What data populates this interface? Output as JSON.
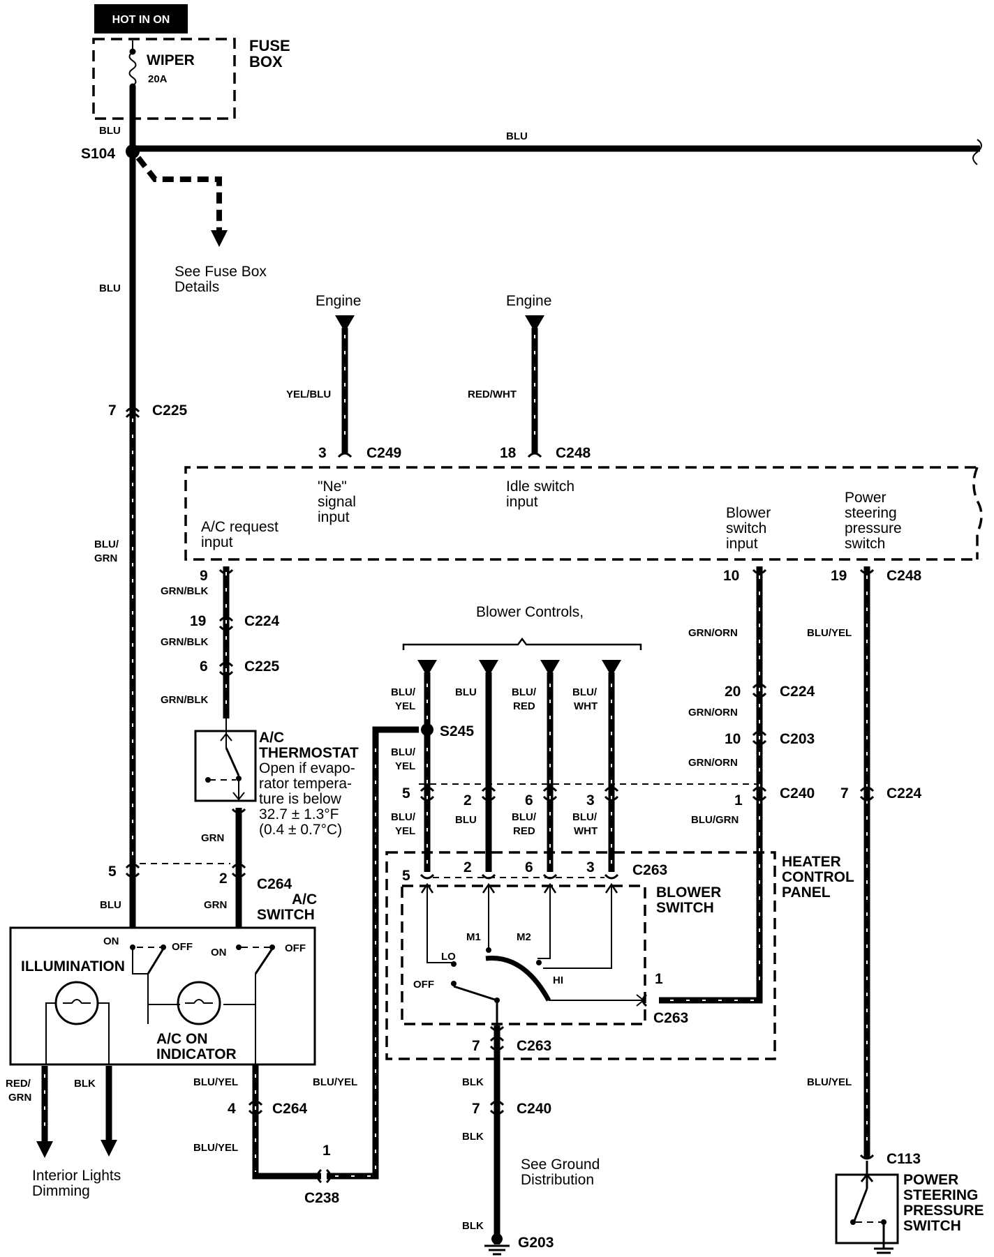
{
  "labels": {
    "hot_in_on": "HOT IN ON",
    "fuse_box_1": "FUSE",
    "fuse_box_2": "BOX",
    "wiper": "WIPER",
    "fuse_rating": "20A",
    "s104": "S104",
    "see_fuse_1": "See Fuse Box",
    "see_fuse_2": "Details",
    "engine_1": "Engine",
    "engine_2": "Engine",
    "c249": "C249",
    "c248_top": "C248",
    "c248_right": "C248",
    "pin_3": "3",
    "pin_18": "18",
    "ne_1": "\"Ne\"",
    "ne_2": "signal",
    "ne_3": "input",
    "idle_1": "Idle switch",
    "idle_2": "input",
    "ac_req_1": "A/C request",
    "ac_req_2": "input",
    "blower_in_1": "Blower",
    "blower_in_2": "switch",
    "blower_in_3": "input",
    "ps_1": "Power",
    "ps_2": "steering",
    "ps_3": "pressure",
    "ps_4": "switch",
    "pin_9": "9",
    "pin_10a": "10",
    "pin_19a": "19",
    "pin_19b": "19",
    "c224_a": "C224",
    "pin_6a": "6",
    "c225_b": "C225",
    "pin_7a": "7",
    "c225_a": "C225",
    "blower_controls": "Blower Controls,",
    "ac_thermo_1": "A/C",
    "ac_thermo_2": "THERMOSTAT",
    "thermo_note_1": "Open if evapo-",
    "thermo_note_2": "rator tempera-",
    "thermo_note_3": "ture is below",
    "thermo_note_4": "32.7 ± 1.3°F",
    "thermo_note_5": "(0.4 ± 0.7°C)",
    "s245": "S245",
    "pin_20": "20",
    "c224_b": "C224",
    "pin_10b": "10",
    "c203": "C203",
    "pin_5a": "5",
    "pin_2a": "2",
    "pin_6b": "6",
    "pin_3b": "3",
    "pin_1a": "1",
    "c240_a": "C240",
    "pin_7b": "7",
    "c224_c": "C224",
    "heater_1": "HEATER",
    "heater_2": "CONTROL",
    "heater_3": "PANEL",
    "pin_5b": "5",
    "pin_2b": "2",
    "pin_6c": "6",
    "pin_3c": "3",
    "c263_a": "C263",
    "blower_sw_1": "BLOWER",
    "blower_sw_2": "SWITCH",
    "m1": "M1",
    "m2": "M2",
    "lo": "LO",
    "off_sw": "OFF",
    "hi": "HI",
    "pin_1b": "1",
    "c263_b": "C263",
    "pin_7c": "7",
    "c263_c": "C263",
    "pin_5c": "5",
    "pin_2c": "2",
    "c264_a": "C264",
    "ac_sw_1": "A/C",
    "ac_sw_2": "SWITCH",
    "on_1": "ON",
    "off_1": "OFF",
    "on_2": "ON",
    "off_2": "OFF",
    "illumination": "ILLUMINATION",
    "ac_on_1": "A/C  ON",
    "ac_on_2": "INDICATOR",
    "pin_4": "4",
    "c264_b": "C264",
    "pin_1c": "1",
    "c238": "C238",
    "interior_1": "Interior Lights",
    "interior_2": "Dimming",
    "pin_7d": "7",
    "c240_b": "C240",
    "see_ground_1": "See Ground",
    "see_ground_2": "Distribution",
    "g203": "G203",
    "c113": "C113",
    "pssw_1": "POWER",
    "pssw_2": "STEERING",
    "pssw_3": "PRESSURE",
    "pssw_4": "SWITCH"
  },
  "wire_colors": {
    "blu_top": "BLU",
    "blu_bus": "BLU",
    "blu_left": "BLU",
    "blu_grn_left": "BLU/",
    "blu_grn_left_2": "GRN",
    "yel_blu": "YEL/BLU",
    "red_wht": "RED/WHT",
    "grn_blk_1": "GRN/BLK",
    "grn_blk_2": "GRN/BLK",
    "grn_blk_3": "GRN/BLK",
    "grn_orn_1": "GRN/ORN",
    "grn_orn_2": "GRN/ORN",
    "grn_orn_3": "GRN/ORN",
    "blu_yel_r1": "BLU/YEL",
    "blu_yel_r2": "BLU/YEL",
    "bc_blu_yel_1a": "BLU/",
    "bc_blu_yel_1b": "YEL",
    "bc_blu": "BLU",
    "bc_blu_red_1a": "BLU/",
    "bc_blu_red_1b": "RED",
    "bc_blu_wht_1a": "BLU/",
    "bc_blu_wht_1b": "WHT",
    "s245_blu_yel_a": "BLU/",
    "s245_blu_yel_b": "YEL",
    "lo_blu_yel_a": "BLU/",
    "lo_blu_yel_b": "YEL",
    "lo_blu": "BLU",
    "lo_blu_red_a": "BLU/",
    "lo_blu_red_b": "RED",
    "lo_blu_wht_a": "BLU/",
    "lo_blu_wht_b": "WHT",
    "blu_grn_1": "BLU/GRN",
    "grn_1": "GRN",
    "grn_2": "GRN",
    "blu_5": "BLU",
    "red_grn_a": "RED/",
    "red_grn_b": "GRN",
    "blk_1": "BLK",
    "blu_yel_l1": "BLU/YEL",
    "blu_yel_l2": "BLU/YEL",
    "blu_yel_l3": "BLU/YEL",
    "blk_2": "BLK",
    "blk_3": "BLK",
    "blk_4": "BLK"
  }
}
